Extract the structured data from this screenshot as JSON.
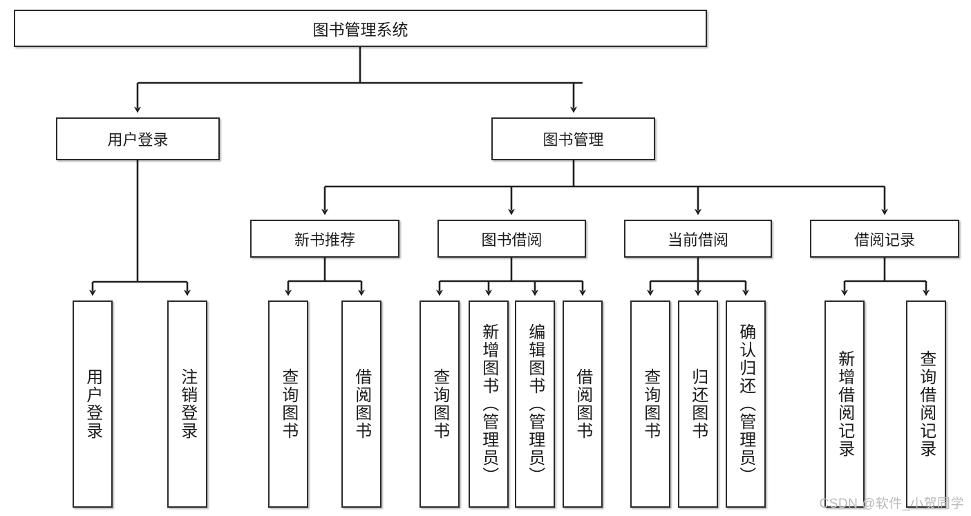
{
  "diagram": {
    "title": "图书管理系统",
    "type": "tree-hierarchy-chart",
    "colors": {
      "box_border": "#2b2b2b",
      "box_fill": "#ffffff",
      "connector": "#1f1f1f",
      "text": "#1a1a1a",
      "watermark": "#b9b9b9",
      "background": "#ffffff"
    },
    "root": {
      "label": "图书管理系统"
    },
    "level2": [
      {
        "label": "用户登录"
      },
      {
        "label": "图书管理"
      }
    ],
    "level3": [
      {
        "label": "新书推荐"
      },
      {
        "label": "图书借阅"
      },
      {
        "label": "当前借阅"
      },
      {
        "label": "借阅记录"
      }
    ],
    "leaves": {
      "user_login": [
        {
          "label": "用户登录"
        },
        {
          "label": "注销登录"
        }
      ],
      "new_book_recommend": [
        {
          "label": "查询图书"
        },
        {
          "label": "借阅图书"
        }
      ],
      "book_borrow": [
        {
          "label": "查询图书"
        },
        {
          "label": "新增图书（管理员）"
        },
        {
          "label": "编辑图书（管理员）"
        },
        {
          "label": "借阅图书"
        }
      ],
      "current_borrow": [
        {
          "label": "查询图书"
        },
        {
          "label": "归还图书"
        },
        {
          "label": "确认归还（管理员）"
        }
      ],
      "borrow_record": [
        {
          "label": "新增借阅记录"
        },
        {
          "label": "查询借阅记录"
        }
      ]
    },
    "watermark": "CSDN @软件_小贺同学"
  }
}
